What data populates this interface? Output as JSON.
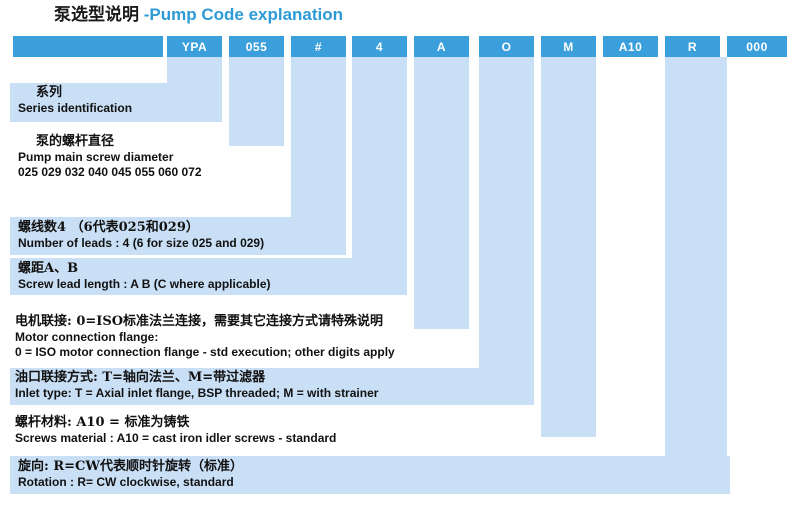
{
  "title": {
    "cn": "泵选型说明",
    "en": "-Pump Code explanation"
  },
  "colors": {
    "header_blue": "#3a9fdb",
    "band_blue": "#c9dff5",
    "title_accent": "#2e9ad6",
    "text": "#111111",
    "white": "#ffffff"
  },
  "code_cells": [
    {
      "name": "series",
      "value": "YPA"
    },
    {
      "name": "screw-diameter",
      "value": "055"
    },
    {
      "name": "number-of-leads",
      "value": "#"
    },
    {
      "name": "screw-lead-length",
      "value": "4"
    },
    {
      "name": "motor-flange",
      "value": "A"
    },
    {
      "name": "inlet-type",
      "value": "O"
    },
    {
      "name": "screws-material",
      "value": "M"
    },
    {
      "name": "rotation",
      "value": "A10"
    },
    {
      "name": "extra-1",
      "value": "R"
    },
    {
      "name": "extra-2",
      "value": "000"
    }
  ],
  "explanations": [
    {
      "key": "series-identification",
      "cn": "系列",
      "en": [
        "Series identification"
      ]
    },
    {
      "key": "pump-main-screw-diameter",
      "cn": "泵的螺杆直径",
      "en": [
        "Pump main screw diameter",
        "025 029 032 040 045 055 060 072"
      ]
    },
    {
      "key": "number-of-leads",
      "cn": "螺线数4 （6代表025和029）",
      "en": [
        "Number of leads : 4 (6 for size 025 and 029)"
      ]
    },
    {
      "key": "screw-lead-length",
      "cn": "螺距A、B",
      "en": [
        "Screw lead length : A B (C where applicable)"
      ]
    },
    {
      "key": "motor-connection-flange",
      "cn": "电机联接: 0=ISO标准法兰连接，需要其它连接方式请特殊说明",
      "en": [
        "Motor connection flange:",
        "0 = ISO motor connection flange - std execution; other digits apply"
      ]
    },
    {
      "key": "inlet-type",
      "cn": "油口联接方式: T=轴向法兰、M=带过滤器",
      "en": [
        "Inlet type: T = Axial inlet flange, BSP threaded; M = with strainer"
      ]
    },
    {
      "key": "screws-material",
      "cn": "螺杆材料: A10 = 标准为铸铁",
      "en": [
        "Screws material : A10 = cast iron idler screws  - standard"
      ]
    },
    {
      "key": "rotation",
      "cn": "旋向: R=CW代表顺时针旋转（标准）",
      "en": [
        "Rotation : R= CW clockwise, standard"
      ]
    }
  ]
}
